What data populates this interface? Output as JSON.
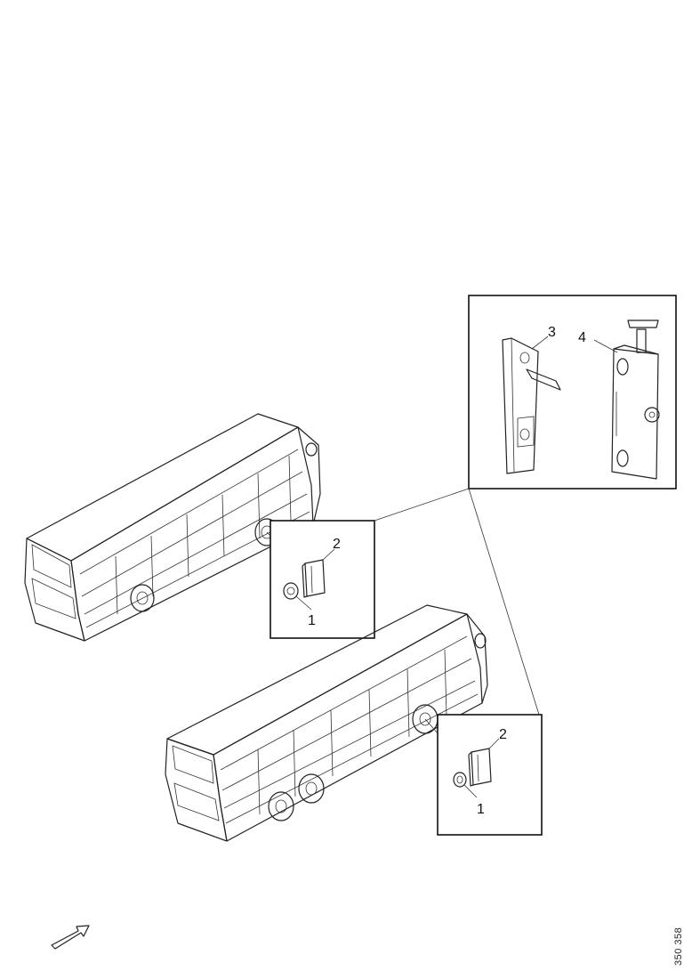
{
  "callouts": {
    "top_bus_switch": "1",
    "top_bus_cover": "2",
    "detail_switch": "3",
    "detail_cover": "4",
    "bottom_bus_switch": "1",
    "bottom_bus_cover": "2"
  },
  "drawing_reference": "350 358",
  "icons": {
    "front_arrow": "direction-arrow-icon"
  }
}
